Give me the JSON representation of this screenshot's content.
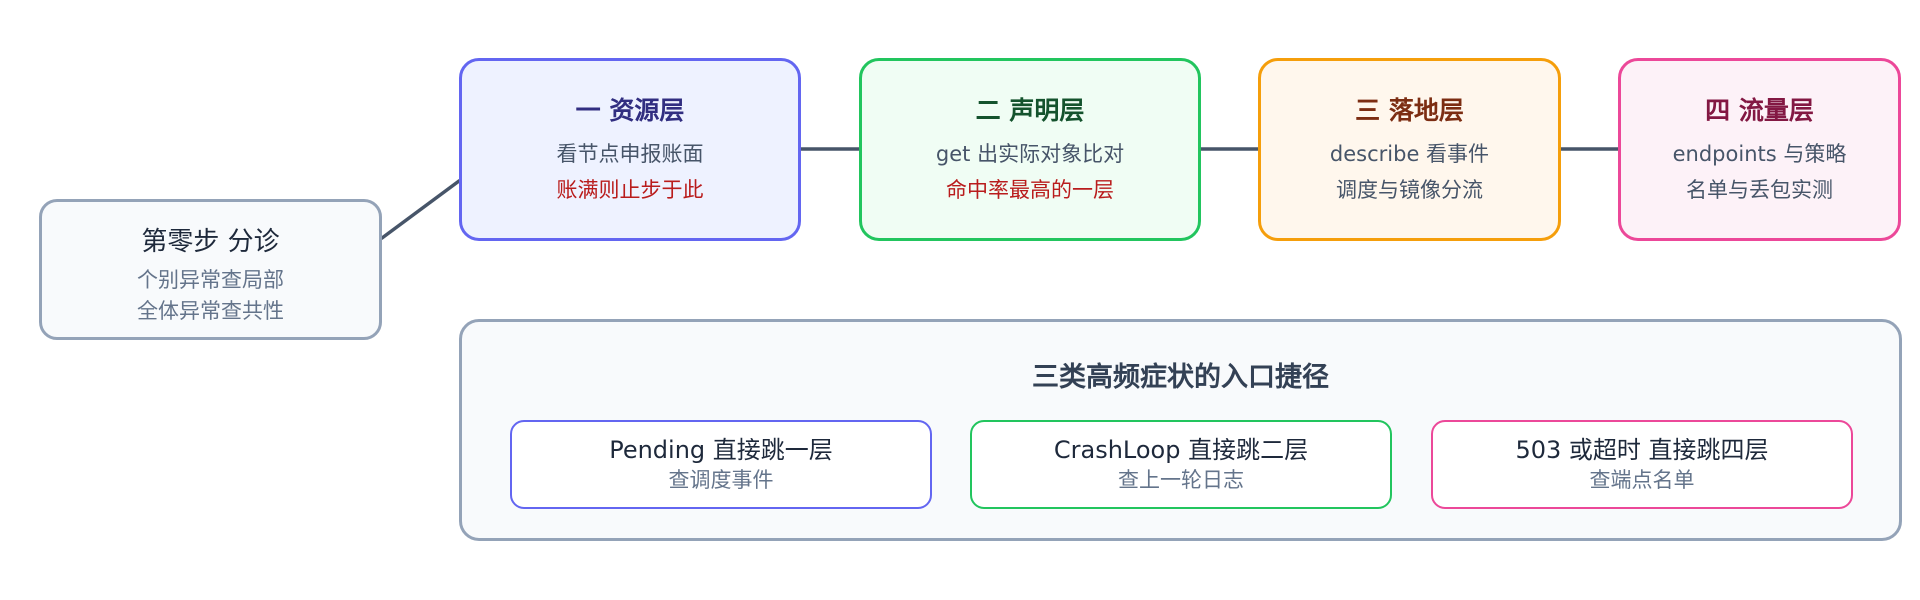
{
  "triage": {
    "title": "第零步 分诊",
    "lines": [
      "个别异常查局部",
      "全体异常查共性"
    ]
  },
  "layers": [
    {
      "title": "一 资源层",
      "line1": "看节点申报账面",
      "line2": "账满则止步于此",
      "accent": "#6366f1"
    },
    {
      "title": "二 声明层",
      "line1": "get 出实际对象比对",
      "line2": "命中率最高的一层",
      "accent": "#22c55e"
    },
    {
      "title": "三 落地层",
      "line1": "describe 看事件",
      "line2": "调度与镜像分流",
      "accent": "#f59e0b"
    },
    {
      "title": "四 流量层",
      "line1": "endpoints 与策略",
      "line2": "名单与丢包实测",
      "accent": "#ec4899"
    }
  ],
  "shortcuts": {
    "title": "三类高频症状的入口捷径",
    "items": [
      {
        "main": "Pending 直接跳一层",
        "sub": "查调度事件"
      },
      {
        "main": "CrashLoop 直接跳二层",
        "sub": "查上一轮日志"
      },
      {
        "main": "503 或超时 直接跳四层",
        "sub": "查端点名单"
      }
    ]
  },
  "colors": {
    "connector": "#475569",
    "highlight_text": "#b91c1c"
  }
}
